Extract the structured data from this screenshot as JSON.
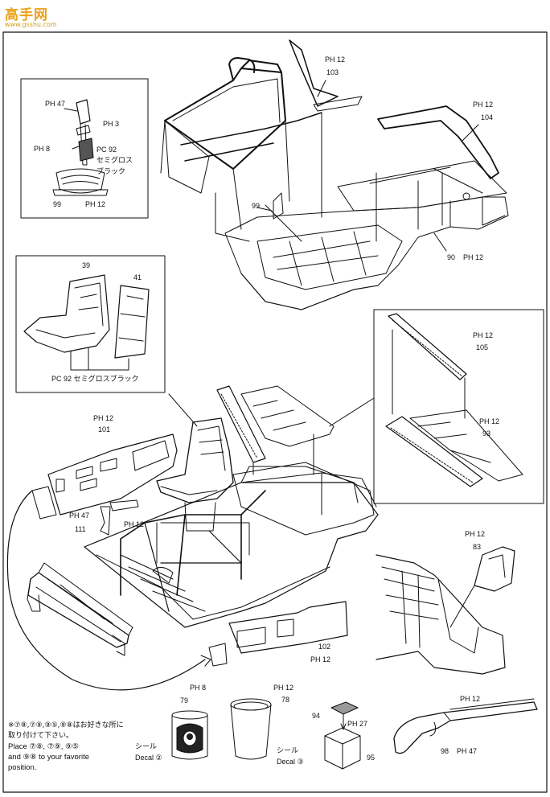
{
  "watermark": {
    "title": "高手网",
    "url": "www.gsshu.com"
  },
  "parts": {
    "p103": "103",
    "p104": "104",
    "p99a": "99",
    "p90": "90",
    "p47": "47",
    "p3": "3",
    "p8": "8",
    "p92": "92",
    "p99b": "99",
    "p12": "12",
    "p39": "39",
    "p41": "41",
    "p105": "105",
    "p93": "93",
    "p101": "101",
    "p111": "111",
    "p102": "102",
    "p83": "83",
    "p79": "79",
    "p78": "78",
    "p94": "94",
    "p95": "95",
    "p98": "98",
    "p27": "27"
  },
  "paint": {
    "ph": "PH",
    "pc": "PC",
    "semigloss_black_line1": "セミグロス",
    "semigloss_black_line2": "ブラック",
    "semigloss_black": "セミグロスブラック"
  },
  "decal": {
    "jp": "シール",
    "en": "Decal",
    "num2": "②",
    "num3": "③"
  },
  "note": {
    "jp_line1": "※⑦⑧,⑦⑨,⑨⑤,⑨⑧はお好きな所に",
    "jp_line2": "取り付けて下さい。",
    "en_line1": "Place ⑦⑧, ⑦⑨, ⑨⑤",
    "en_line2": "and ⑨⑧ to your favorite",
    "en_line3": "position."
  },
  "colors": {
    "ink": "#111111",
    "watermark": "#e9a21c",
    "page": "#ffffff"
  },
  "icons": [
    "shift-lever-icon",
    "bucket-seat-icon",
    "roll-cage-icon",
    "step-plate-icon",
    "door-panel-icon",
    "bumper-icon",
    "can-icon",
    "bucket-icon",
    "crate-icon",
    "shotgun-icon"
  ]
}
